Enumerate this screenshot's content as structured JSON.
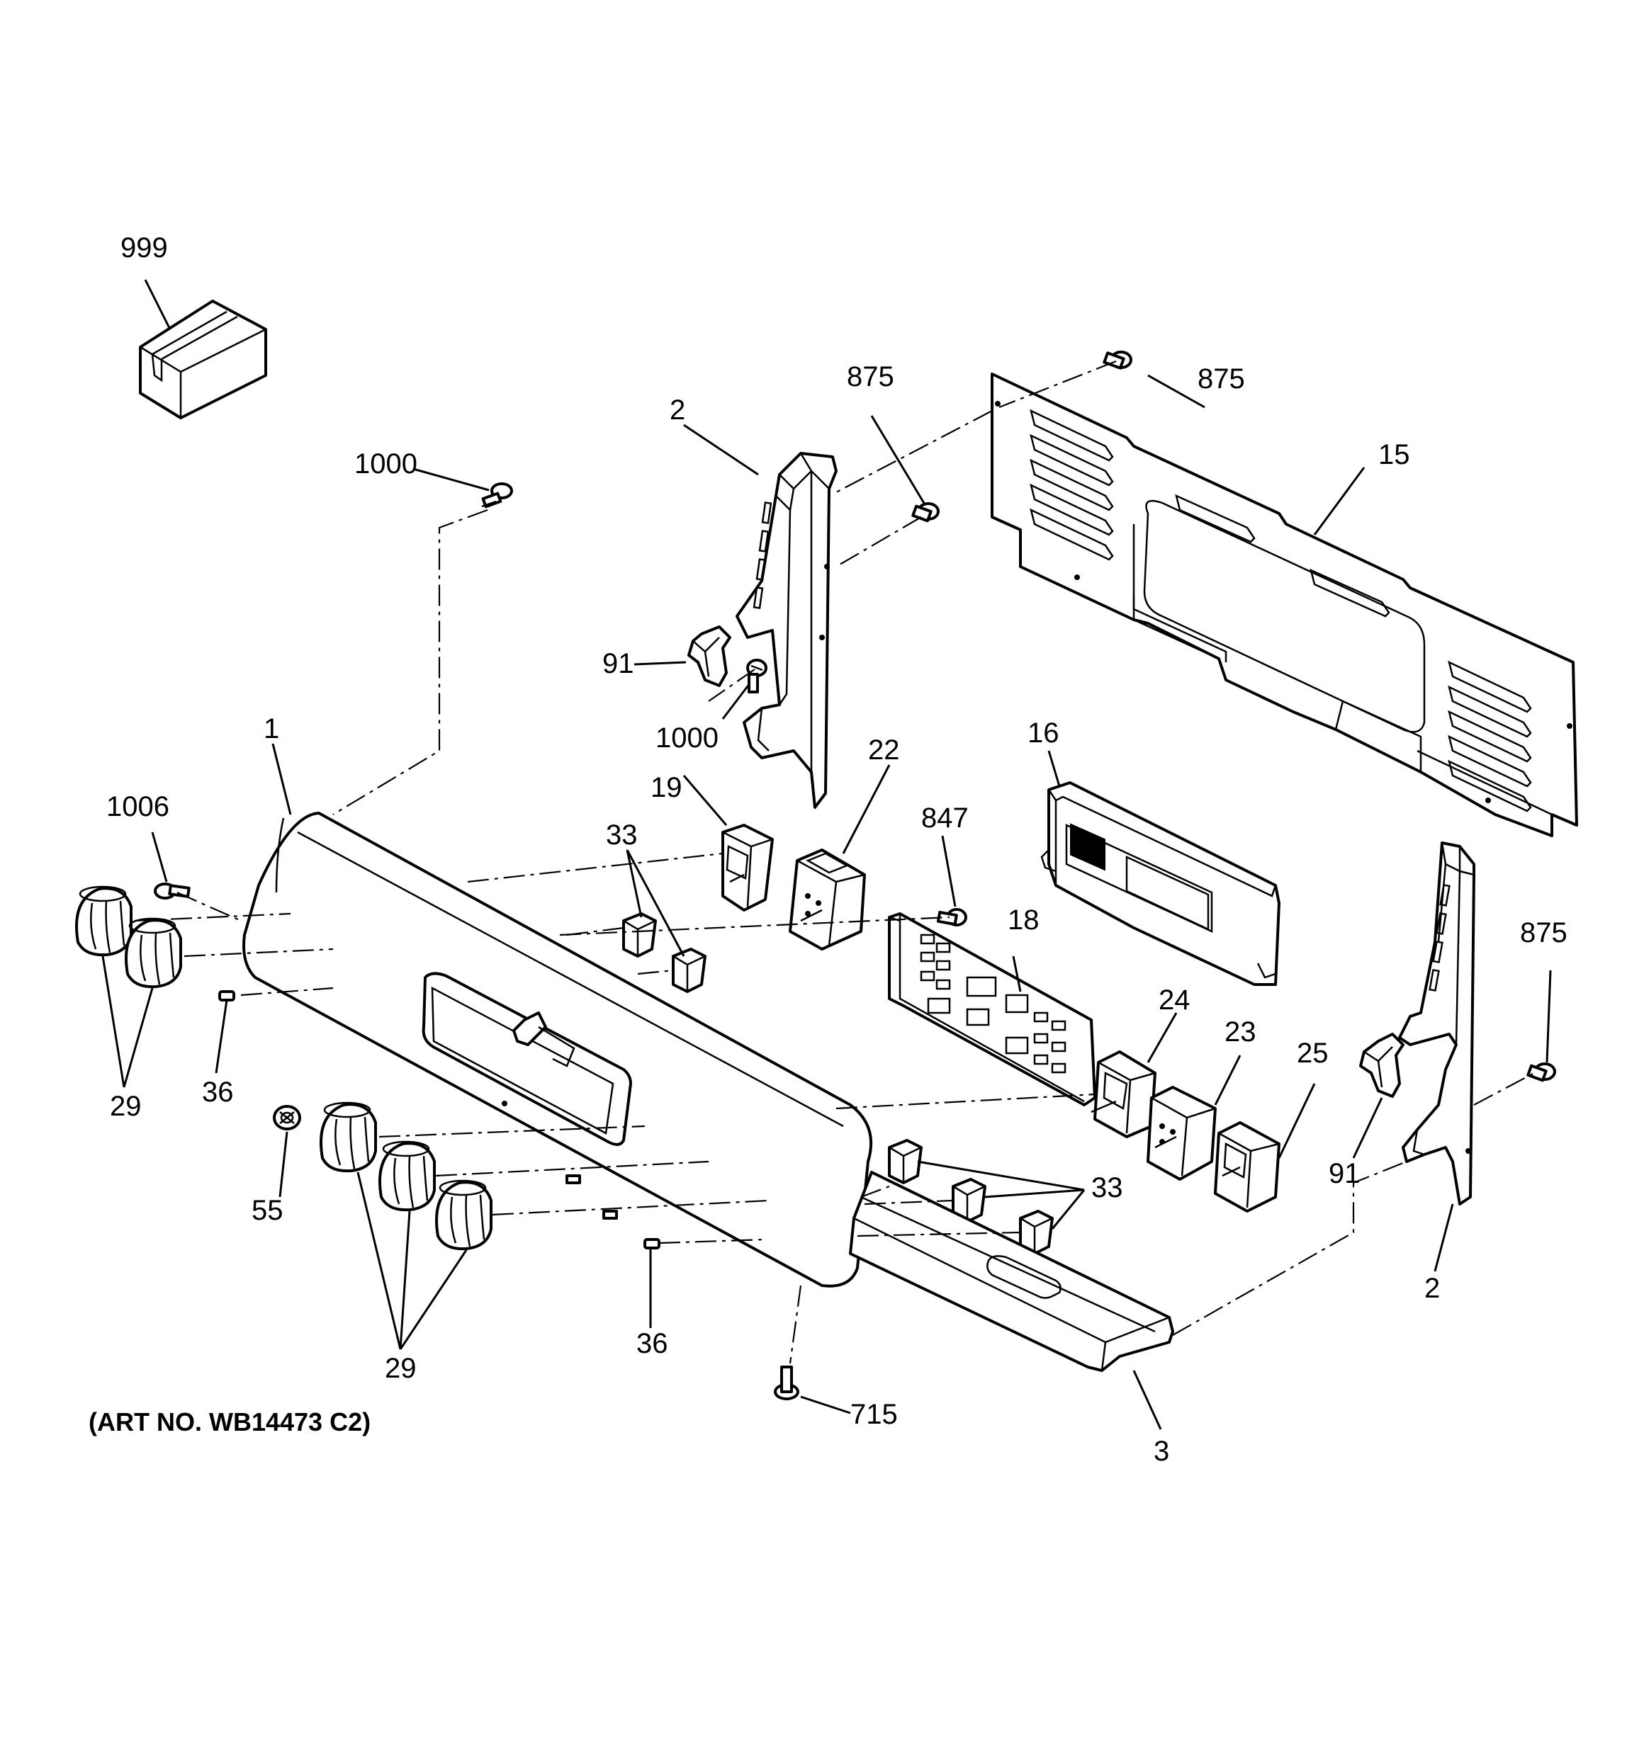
{
  "callouts": {
    "c999": "999",
    "c1000a": "1000",
    "c1000b": "1000",
    "c2a": "2",
    "c2b": "2",
    "c91a": "91",
    "c91b": "91",
    "c875a": "875",
    "c875b": "875",
    "c875c": "875",
    "c15": "15",
    "c16": "16",
    "c1": "1",
    "c1006": "1006",
    "c19": "19",
    "c22": "22",
    "c33a": "33",
    "c33b": "33",
    "c847": "847",
    "c18": "18",
    "c24": "24",
    "c23": "23",
    "c25": "25",
    "c29a": "29",
    "c29b": "29",
    "c36a": "36",
    "c36b": "36",
    "c55": "55",
    "c715": "715",
    "c3": "3"
  },
  "art_number": "(ART NO. WB14473 C2)"
}
